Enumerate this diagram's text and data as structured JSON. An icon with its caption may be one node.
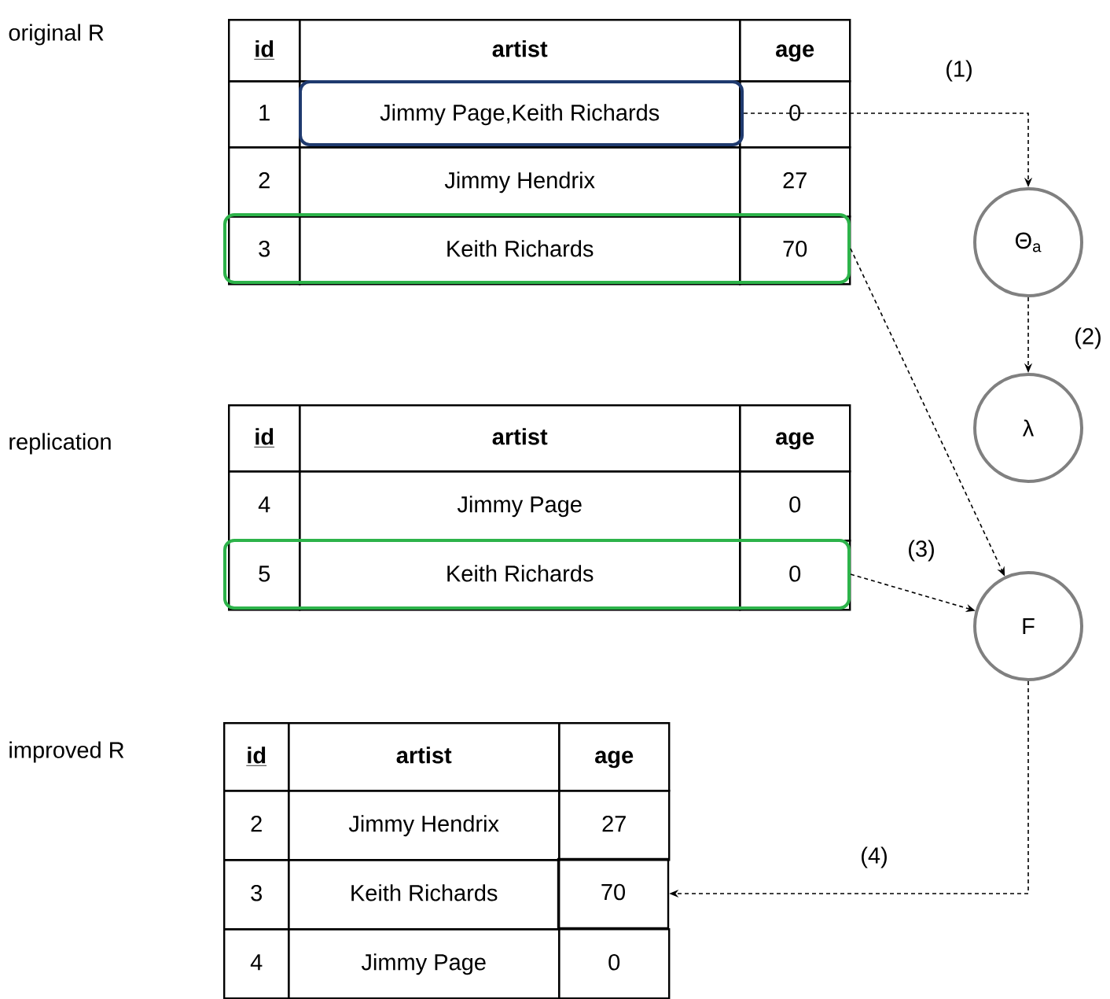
{
  "diagram": {
    "nodes": [
      {
        "text": [],
        "shape": "box"
      },
      {
        "text": [],
        "shape": "box"
      },
      {
        "text": [
          "Θ$_{a}$"
        ]
      },
      {
        "text": [
          "λ"
        ]
      },
      {
        "text": [],
        "shape": "box"
      },
      {
        "text": [
          "F"
        ]
      },
      {
        "text": [
          "70"
        ]
      }
    ],
    "edges": [
      {
        "from": 0,
        "to": 2,
        "arrow": "to",
        "label": "(1)",
        "style": "dashed"
      },
      {
        "from": 2,
        "to": 3,
        "arrow": "to",
        "label": "(2)",
        "style": "dashed"
      },
      {
        "from": 1,
        "to": 5,
        "arrow": "to",
        "style": "dashed"
      },
      {
        "from": 4,
        "to": 5,
        "arrow": "to",
        "label": "(3)",
        "style": "dashed"
      },
      {
        "from": 5,
        "to": 6,
        "arrow": "to",
        "label": "(4)",
        "style": "dashed"
      }
    ],
    "labels": [
      "original R",
      "id",
      "artist",
      "age",
      "1",
      "Jimmy Page,Keith Richards",
      "0",
      "2",
      "Jimmy Hendrix",
      "27",
      "3",
      "Keith Richards",
      "70",
      "replication",
      "id",
      "artist",
      "age",
      "4",
      "Jimmy Page",
      "0",
      "5",
      "Keith Richards",
      "0",
      "improved R",
      "id",
      "artist",
      "age",
      "2",
      "Jimmy Hendrix",
      "27",
      "3",
      "Keith Richards",
      "4",
      "Jimmy Page",
      "0"
    ]
  }
}
